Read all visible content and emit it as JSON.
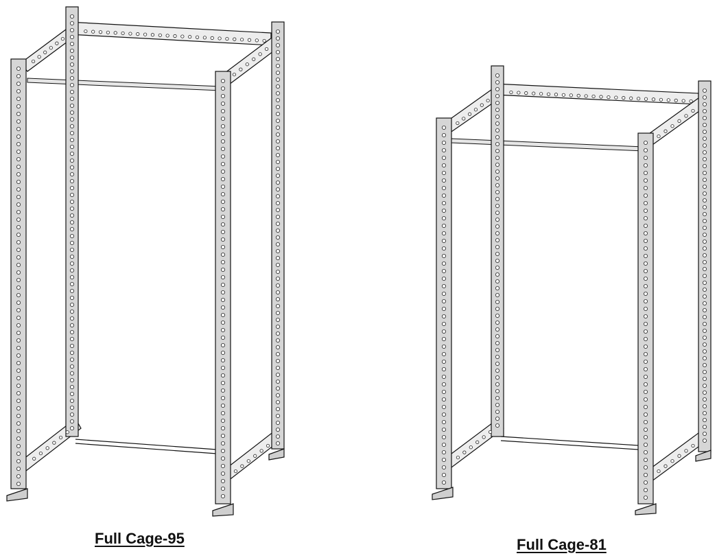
{
  "figures": [
    {
      "id": "left",
      "caption": "Full Cage-95"
    },
    {
      "id": "right",
      "caption": "Full Cage-81"
    }
  ],
  "colors": {
    "line": "#111111",
    "steel": "#d6d6d6",
    "background": "#ffffff"
  },
  "icons": {
    "cage": "power-rack-drawing"
  }
}
